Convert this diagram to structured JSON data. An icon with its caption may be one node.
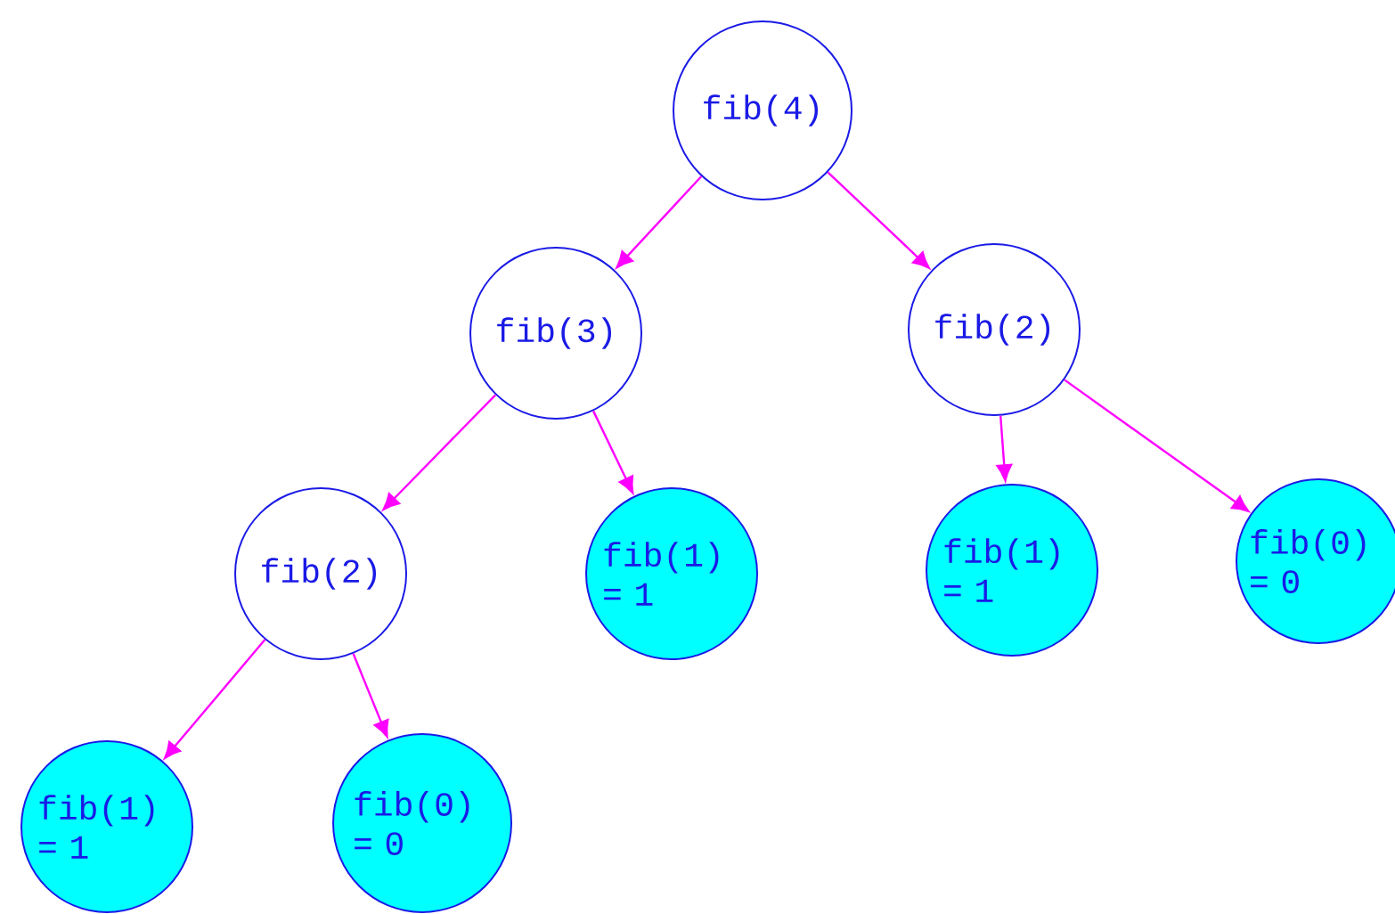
{
  "diagram": {
    "nodes": [
      {
        "text": [
          "fib(4)"
        ]
      },
      {
        "text": [
          "fib(3)"
        ]
      },
      {
        "text": [
          "fib(2)"
        ]
      },
      {
        "text": [
          "fib(2)"
        ]
      },
      {
        "text": [
          "fib(1) = 1"
        ]
      },
      {
        "text": [
          "fib(1) = 1"
        ]
      },
      {
        "text": [
          "fib(0) = 0"
        ]
      },
      {
        "text": [
          "fib(1) = 1"
        ]
      },
      {
        "text": [
          "fib(0) = 0"
        ]
      }
    ],
    "edges": [
      {
        "from": 0,
        "to": 1,
        "arrow": "to"
      },
      {
        "from": 0,
        "to": 2,
        "arrow": "to"
      },
      {
        "from": 1,
        "to": 3,
        "arrow": "to"
      },
      {
        "from": 1,
        "to": 4,
        "arrow": "to"
      },
      {
        "from": 2,
        "to": 5,
        "arrow": "to"
      },
      {
        "from": 2,
        "to": 6,
        "arrow": "to"
      },
      {
        "from": 3,
        "to": 7,
        "arrow": "to"
      },
      {
        "from": 3,
        "to": 8,
        "arrow": "to"
      }
    ]
  }
}
